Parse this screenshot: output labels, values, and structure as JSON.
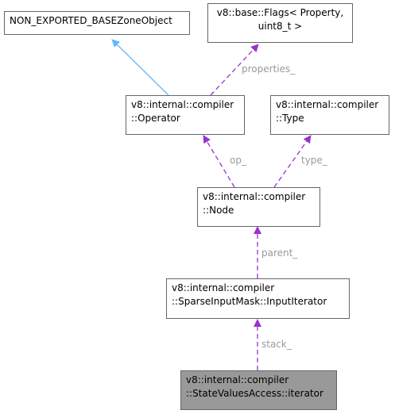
{
  "nodes": {
    "base_zone_object": {
      "lines": [
        "NON_EXPORTED_BASEZoneObject"
      ]
    },
    "flags": {
      "lines": [
        "v8::base::Flags< Property,",
        "uint8_t >"
      ]
    },
    "operator": {
      "lines": [
        "v8::internal::compiler",
        "::Operator"
      ]
    },
    "type": {
      "lines": [
        "v8::internal::compiler",
        "::Type"
      ]
    },
    "node": {
      "lines": [
        "v8::internal::compiler",
        "::Node"
      ]
    },
    "input_iterator": {
      "lines": [
        "v8::internal::compiler",
        "::SparseInputMask::InputIterator"
      ]
    },
    "iterator": {
      "lines": [
        "v8::internal::compiler",
        "::StateValuesAccess::iterator"
      ]
    }
  },
  "edges": {
    "properties": {
      "label": "properties_"
    },
    "op": {
      "label": "op_"
    },
    "type": {
      "label": "type_"
    },
    "parent": {
      "label": "parent_"
    },
    "stack": {
      "label": "stack_"
    }
  },
  "colors": {
    "inheritance": "#63b8ff",
    "member": "#9a32cd",
    "focus_fill": "#999999",
    "border": "#666666",
    "label": "#9a9a9a"
  }
}
